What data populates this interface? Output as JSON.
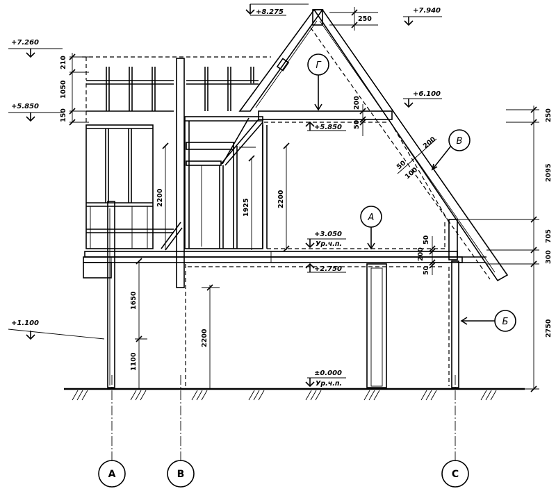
{
  "elevations": [
    {
      "id": "top-ridge",
      "text": "+8.275"
    },
    {
      "id": "ridge-right",
      "text": "+7.940"
    },
    {
      "id": "top-left",
      "text": "+7.260"
    },
    {
      "id": "eave-right",
      "text": "+6.100"
    },
    {
      "id": "left-585",
      "text": "+5.850"
    },
    {
      "id": "inner-585",
      "text": "+5.850"
    },
    {
      "id": "floor2",
      "text": "+3.050"
    },
    {
      "id": "floor2-bottom",
      "text": "+2.750"
    },
    {
      "id": "left-110",
      "text": "+1.100"
    },
    {
      "id": "ground",
      "text": "±0.000"
    }
  ],
  "level_labels": {
    "floor2": "Ур.ч.п.",
    "ground": "Ур.ч.п."
  },
  "dimensions": {
    "d250_top": "250",
    "d210": "210",
    "d1050": "1050",
    "d150": "150",
    "d200_ceiling": "200",
    "d50_ceiling": "50",
    "d200_rafter": "200",
    "d50_rafter": "50",
    "d100_rafter": "100",
    "d2200_left_upper": "2200",
    "d1925": "1925",
    "d2200_inner": "2200",
    "d50_floor_top": "50",
    "d200_floor": "200",
    "d50_floor_bottom": "50",
    "d1650": "1650",
    "d1100": "1100",
    "d2200_lower": "2200",
    "r250": "250",
    "r2095": "2095",
    "r705": "705",
    "r300": "300",
    "r2750": "2750"
  },
  "callouts": {
    "A": "А",
    "B": "В",
    "G": "Г",
    "B2": "Б"
  },
  "axes": [
    {
      "id": "axis-A",
      "label": "А"
    },
    {
      "id": "axis-B",
      "label": "В"
    },
    {
      "id": "axis-C",
      "label": "С"
    }
  ]
}
